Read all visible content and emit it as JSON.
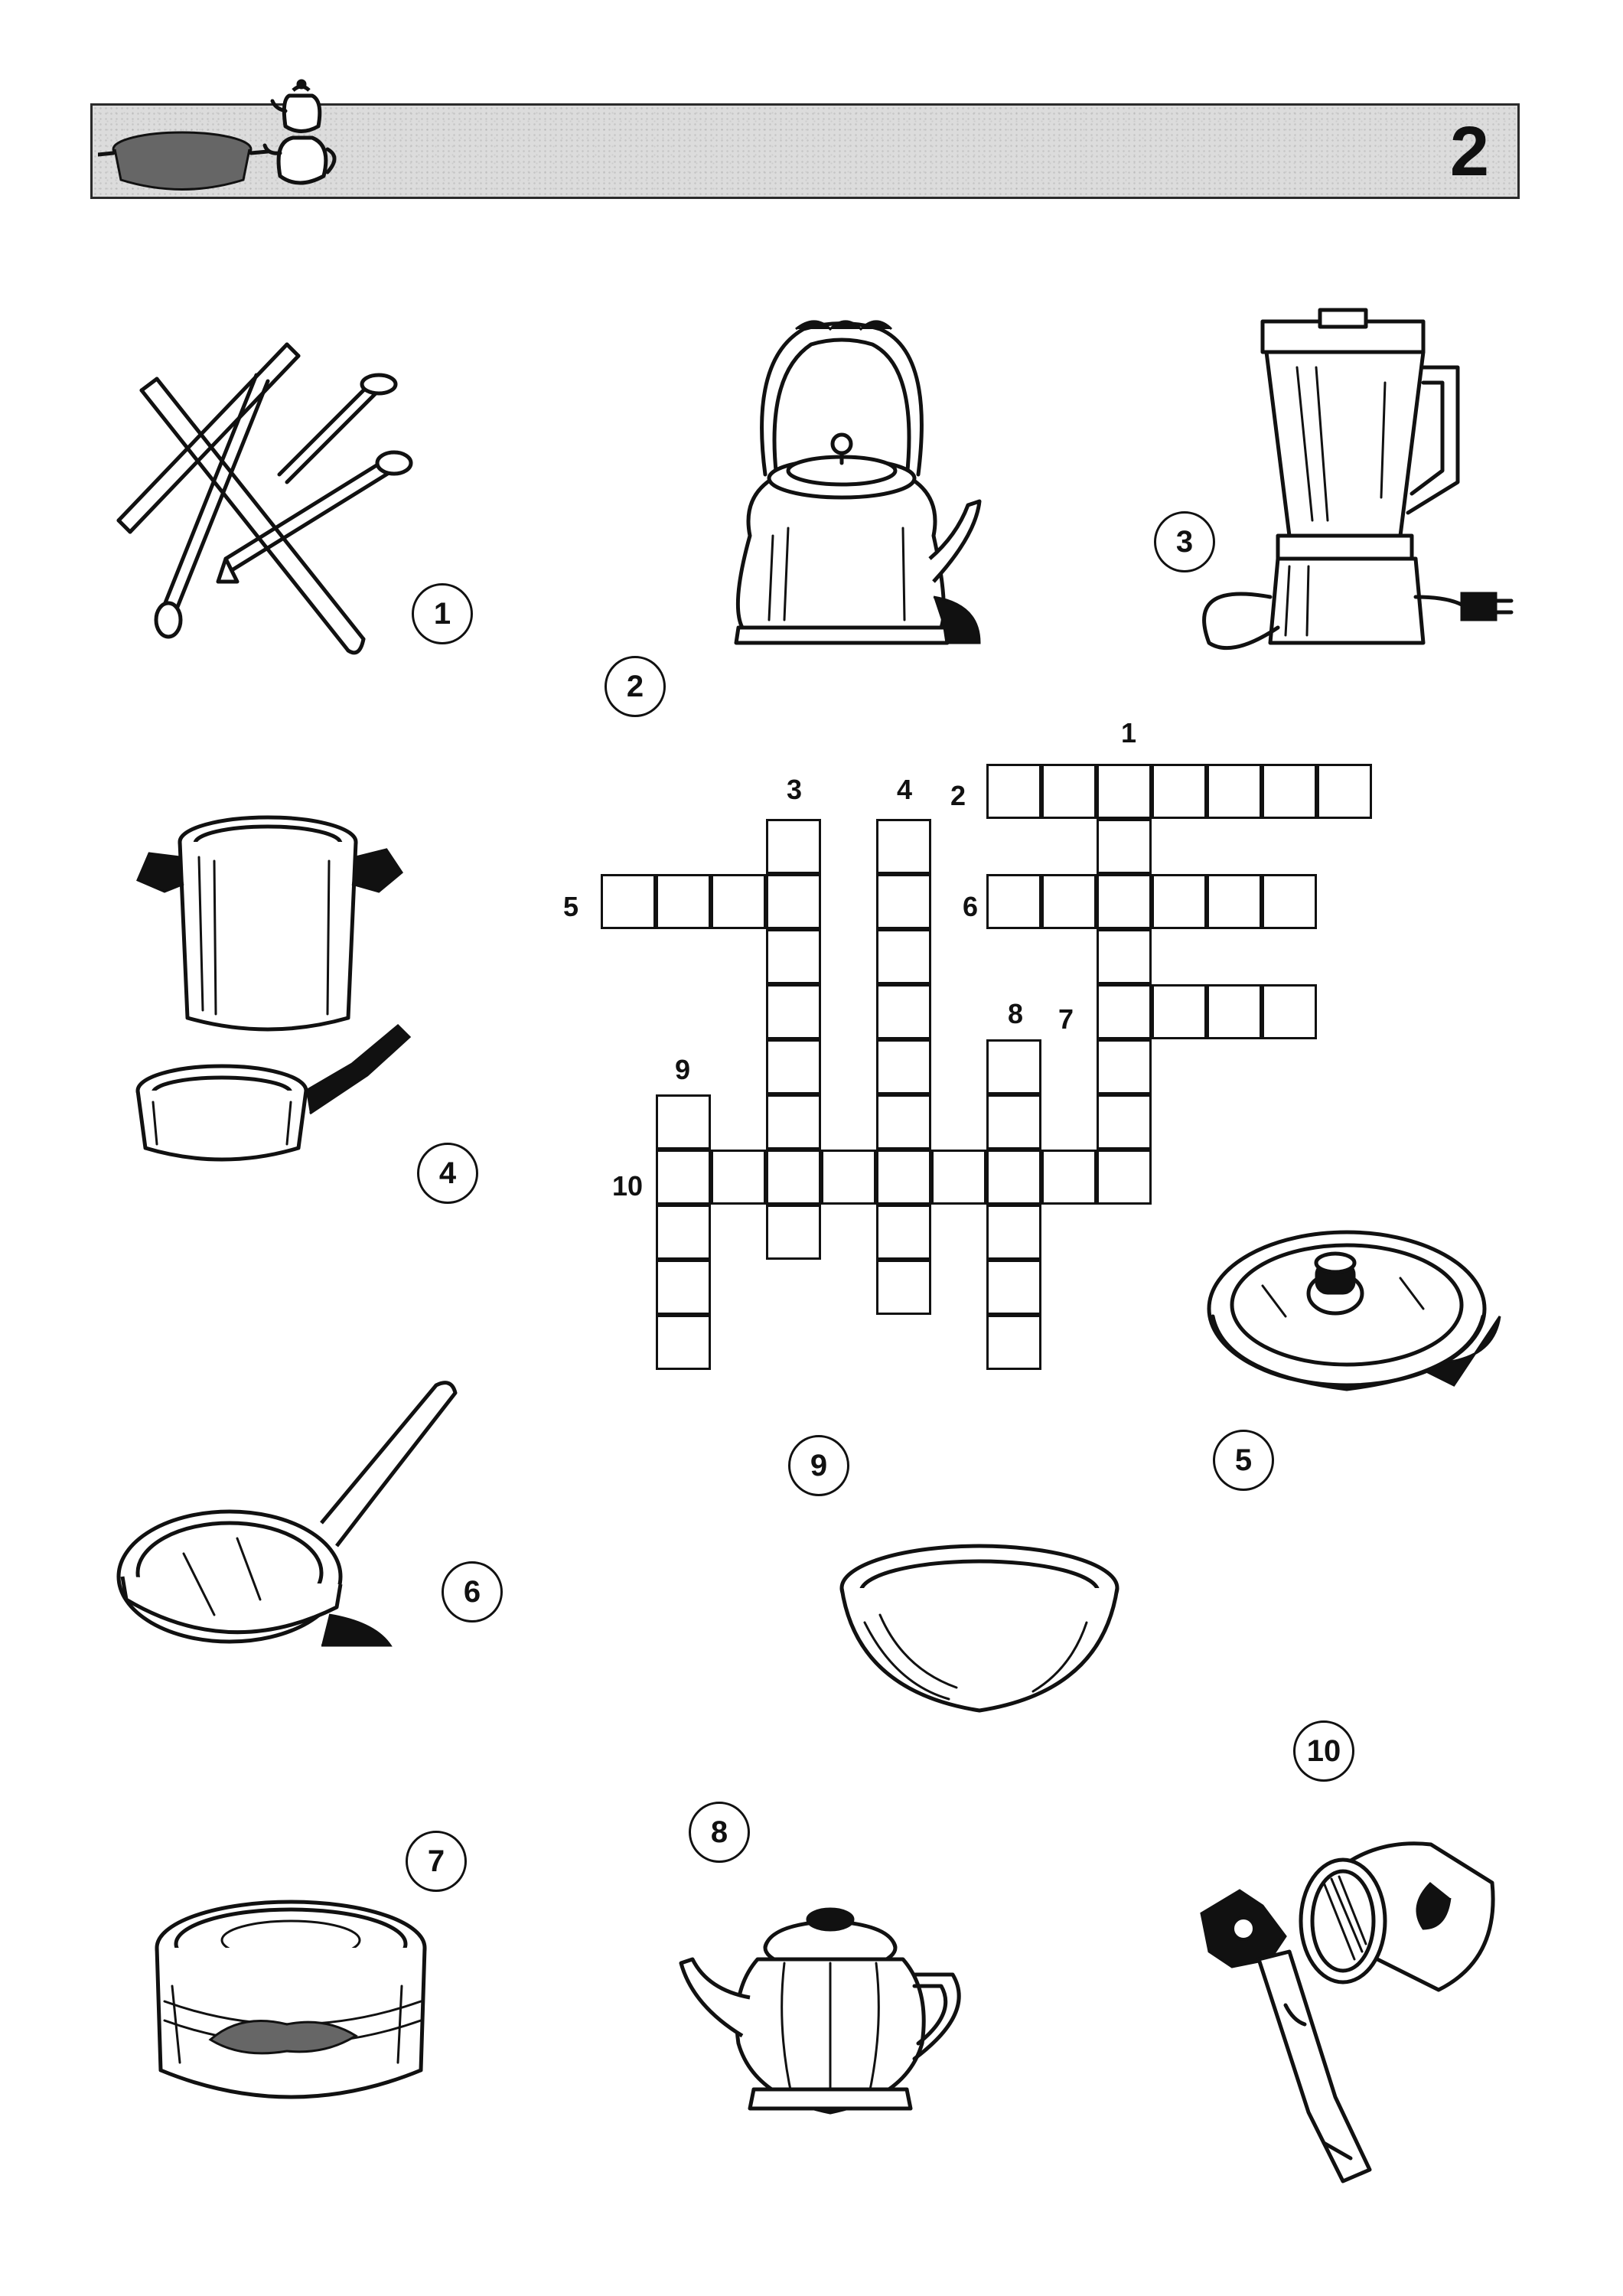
{
  "worksheet": {
    "number": "2"
  },
  "crossword": {
    "clue_numbers": [
      "1",
      "2",
      "3",
      "4",
      "5",
      "6",
      "7",
      "8",
      "9",
      "10"
    ]
  },
  "pictures": [
    {
      "label": "1",
      "icon": "chopsticks-icon"
    },
    {
      "label": "2",
      "icon": "kettle-icon"
    },
    {
      "label": "3",
      "icon": "blender-icon"
    },
    {
      "label": "4",
      "icon": "pot-and-saucepan-icon"
    },
    {
      "label": "5",
      "icon": "lid-icon"
    },
    {
      "label": "6",
      "icon": "frying-pan-icon"
    },
    {
      "label": "7",
      "icon": "tin-can-icon"
    },
    {
      "label": "8",
      "icon": "teapot-icon"
    },
    {
      "label": "9",
      "icon": "bowl-icon"
    },
    {
      "label": "10",
      "icon": "can-opener-icon"
    }
  ],
  "colors": {
    "ink": "#111111",
    "paper": "#ffffff",
    "header_band": "#dcdcdc"
  }
}
